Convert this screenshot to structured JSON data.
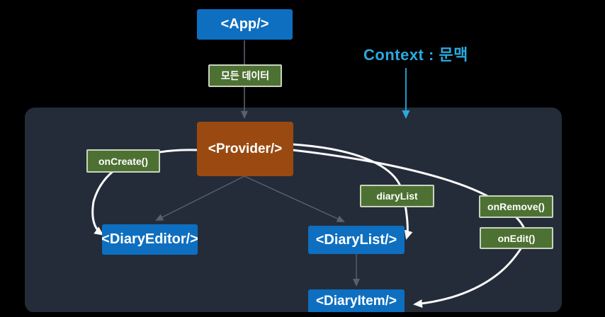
{
  "annotation": {
    "text": "Context : 문맥"
  },
  "nodes": {
    "app": "<App/>",
    "all_data": "모든 데이터",
    "provider": "<Provider/>",
    "on_create": "onCreate()",
    "diary_list_prop": "diaryList",
    "on_remove": "onRemove()",
    "on_edit": "onEdit()",
    "diary_editor": "<DiaryEditor/>",
    "diary_list": "<DiaryList/>",
    "diary_item": "<DiaryItem/>"
  },
  "colors": {
    "background": "#000000",
    "panel": "#242c39",
    "component_blue": "#0e6fc0",
    "provider_brown": "#9a4a10",
    "prop_green": "#4d7132",
    "green_border": "#c9d3bf",
    "annotation_blue": "#2ba9e0",
    "arrow_white": "#fafafa",
    "arrow_gray": "#596070"
  }
}
